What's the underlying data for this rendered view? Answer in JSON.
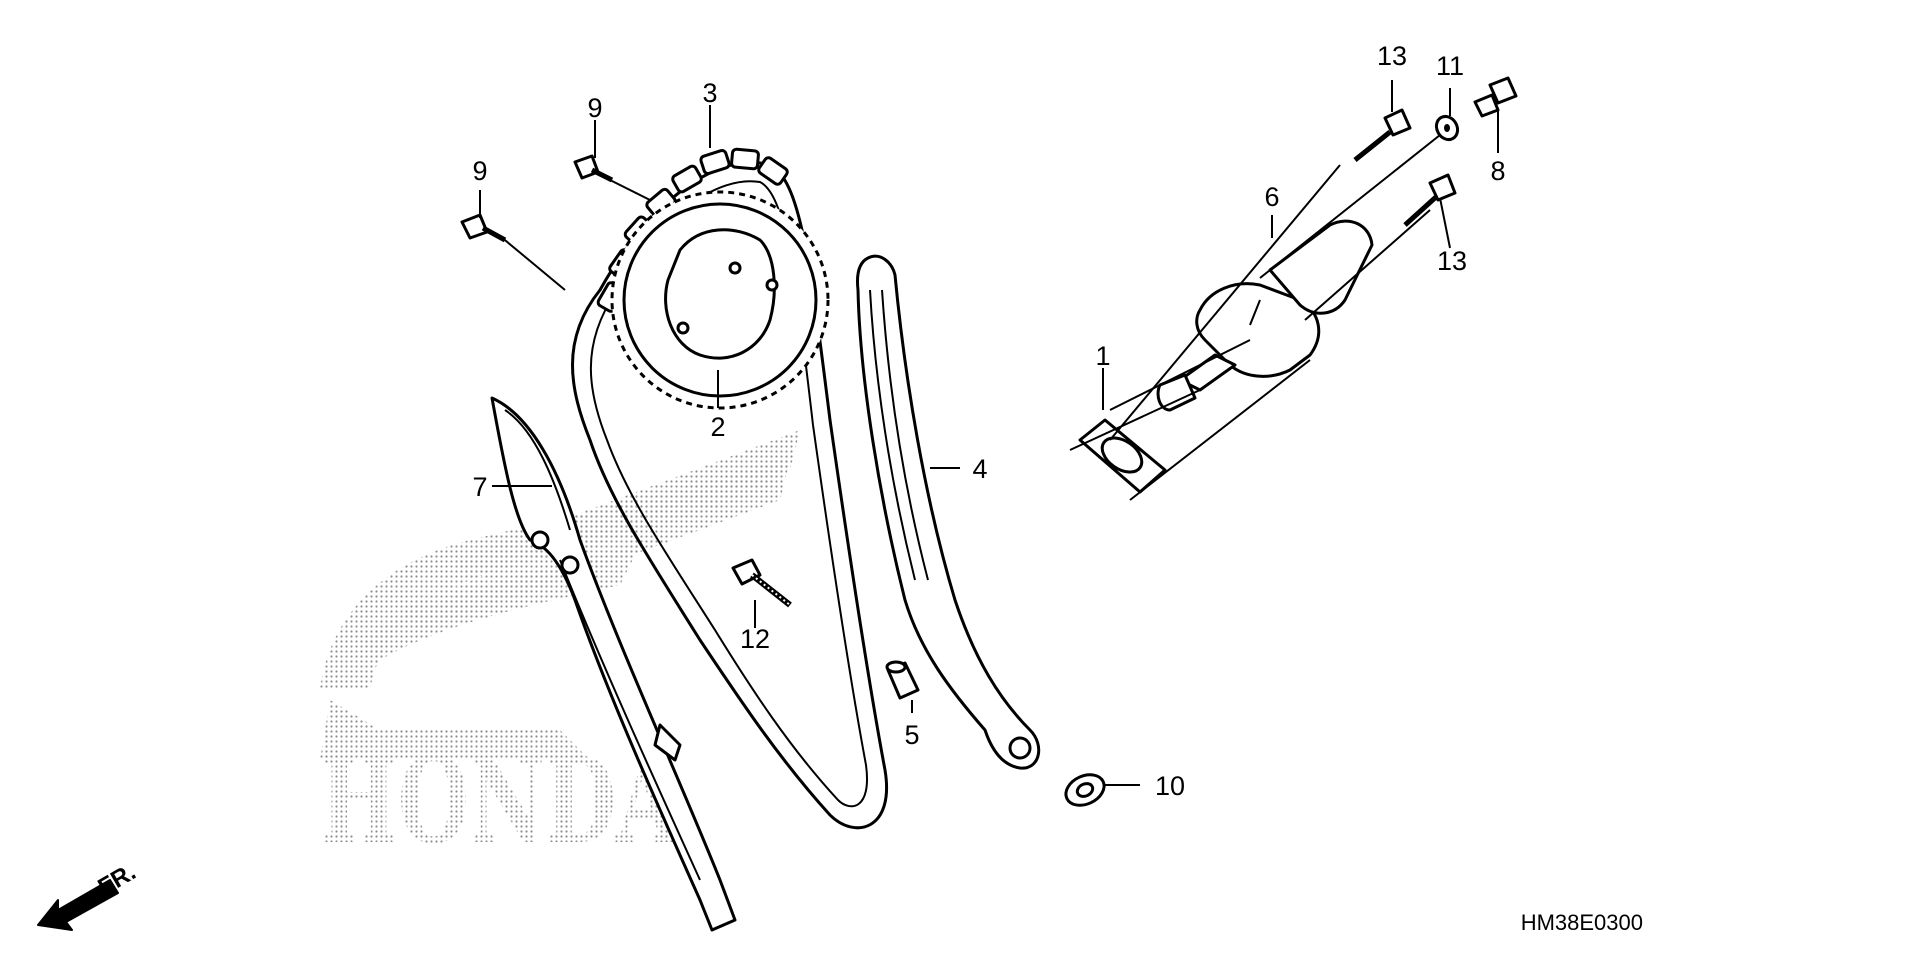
{
  "diagram": {
    "code": "HM38E0300",
    "direction_label": "FR.",
    "watermark": {
      "brand_text": "HONDA",
      "wing_color": "#9a9a9a"
    },
    "callouts": [
      "1",
      "2",
      "3",
      "4",
      "5",
      "6",
      "7",
      "8",
      "9",
      "9",
      "10",
      "11",
      "12",
      "13",
      "13"
    ]
  }
}
